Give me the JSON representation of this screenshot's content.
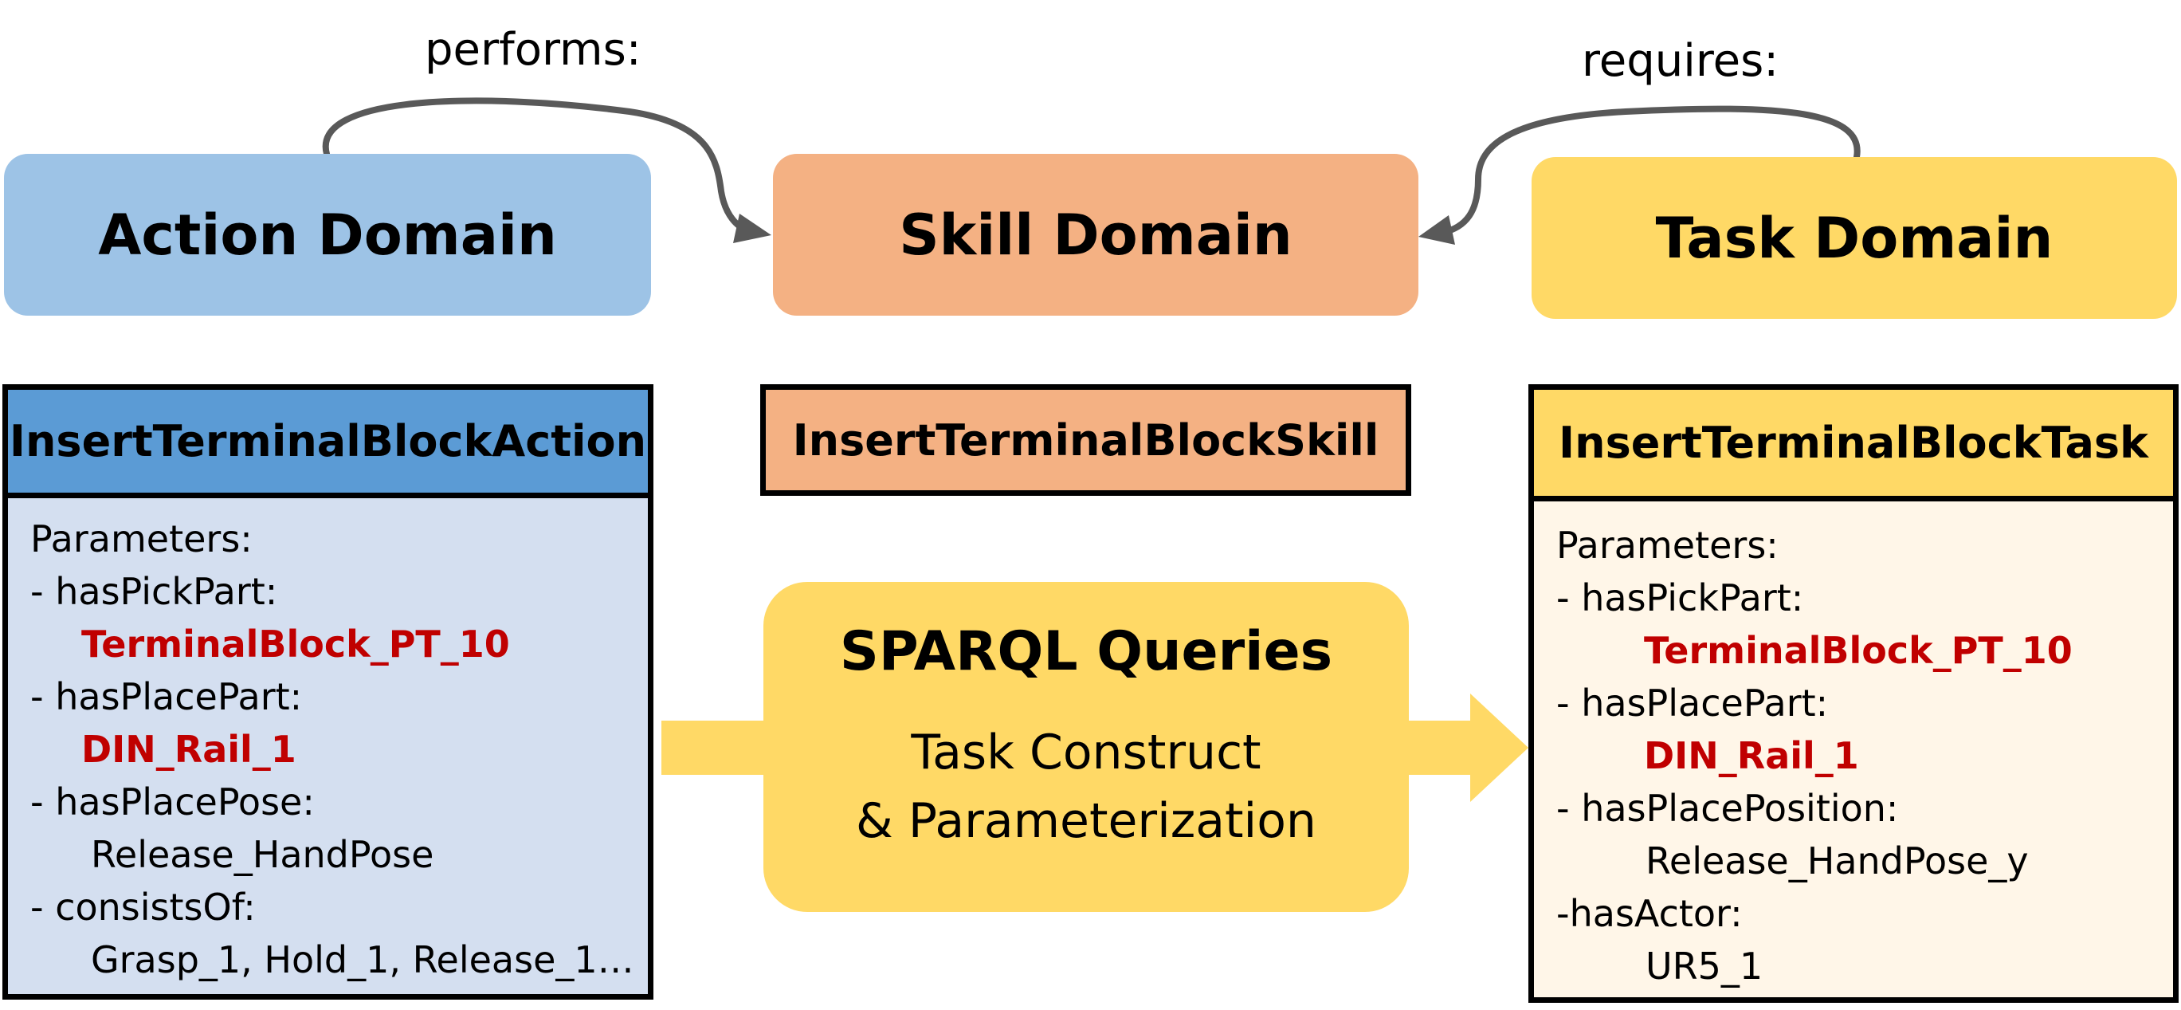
{
  "colors": {
    "action_domain": "#9dc3e6",
    "skill_domain": "#f4b183",
    "task_domain": "#ffd966",
    "action_header": "#5b9bd5",
    "action_body": "#d4dff0",
    "task_body": "#fff6e8",
    "arrow_gray": "#595959",
    "param_value_red": "#c00000"
  },
  "edges": {
    "performs": "performs:",
    "requires": "requires:"
  },
  "domains": {
    "action": "Action Domain",
    "skill": "Skill Domain",
    "task": "Task Domain"
  },
  "action_card": {
    "title": "InsertTerminalBlockAction",
    "parameters_label": "Parameters:",
    "pick_part_label": "- hasPickPart:",
    "pick_part_value": "TerminalBlock_PT_10",
    "place_part_label": "- hasPlacePart:",
    "place_part_value": "DIN_Rail_1",
    "place_pose_label": "- hasPlacePose:",
    "place_pose_value": "Release_HandPose",
    "consists_of_label": "- consistsOf:",
    "consists_of_value": "Grasp_1, Hold_1, Release_1…"
  },
  "skill_card": {
    "title": "InsertTerminalBlockSkill"
  },
  "sparql": {
    "title": "SPARQL Queries",
    "line1": "Task Construct",
    "line2": "& Parameterization"
  },
  "task_card": {
    "title": "InsertTerminalBlockTask",
    "parameters_label": "Parameters:",
    "pick_part_label": "- hasPickPart:",
    "pick_part_value": "TerminalBlock_PT_10",
    "place_part_label": "- hasPlacePart:",
    "place_part_value": "DIN_Rail_1",
    "place_position_label": "- hasPlacePosition:",
    "place_position_value": "Release_HandPose_y",
    "actor_label": "-hasActor:",
    "actor_value": "UR5_1"
  }
}
